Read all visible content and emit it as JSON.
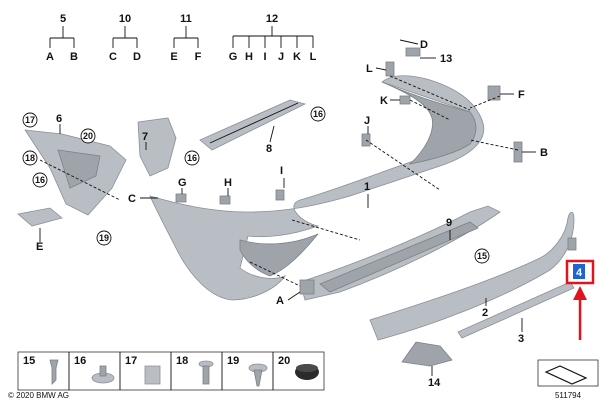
{
  "callouts": {
    "c5": "5",
    "c10": "10",
    "c11": "11",
    "c12": "12",
    "A": "A",
    "B": "B",
    "C": "C",
    "D": "D",
    "E": "E",
    "F": "F",
    "G": "G",
    "H": "H",
    "I": "I",
    "J": "J",
    "K": "K",
    "L": "L",
    "c13": "13",
    "c6": "6",
    "c7": "7",
    "c8": "8",
    "c1": "1",
    "c9": "9",
    "c2": "2",
    "c3": "3",
    "c4": "4",
    "c14": "14",
    "c15": "15",
    "c16": "16",
    "c17": "17",
    "c18": "18",
    "c19": "19",
    "c20": "20"
  },
  "table": {
    "cells": [
      "15",
      "16",
      "17",
      "18",
      "19",
      "20"
    ]
  },
  "footer": {
    "copyright": "© 2020 BMW AG",
    "diagram_number": "511794"
  },
  "colors": {
    "part": "#b9bec4",
    "highlight_box": "#e0141e",
    "highlight_fill": "#1e64d2",
    "arrow": "#e0141e"
  }
}
